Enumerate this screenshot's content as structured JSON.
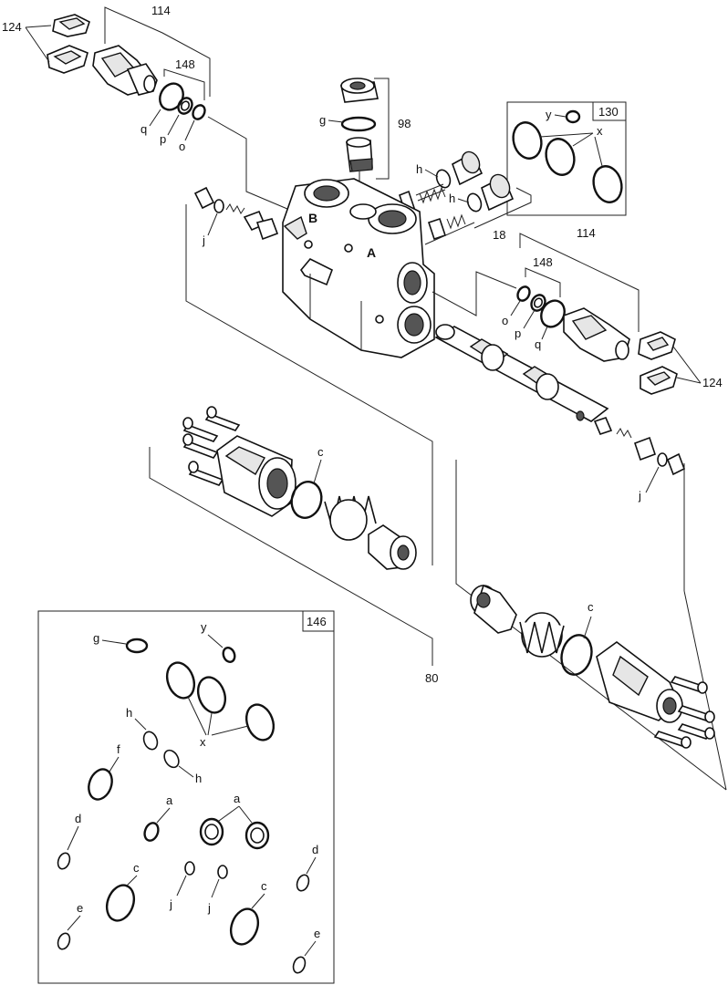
{
  "callouts": {
    "c114_top": "114",
    "c124_top": "124",
    "c148_top": "148",
    "q_top": "q",
    "p_top": "p",
    "o_top": "o",
    "c98": "98",
    "g_top": "g",
    "c130": "130",
    "y_top": "y",
    "x_top": "x",
    "h_1": "h",
    "h_2": "h",
    "c18": "18",
    "port_B": "B",
    "port_A": "A",
    "j_left": "j",
    "c114_right": "114",
    "c148_right": "148",
    "o_right": "o",
    "p_right": "p",
    "q_right": "q",
    "c124_right": "124",
    "c_left": "c",
    "j_right": "j",
    "c_right": "c",
    "c80": "80"
  },
  "kit146": {
    "number": "146",
    "labels": {
      "g": "g",
      "y": "y",
      "x": "x",
      "h1": "h",
      "h2": "h",
      "f": "f",
      "a1": "a",
      "a2": "a",
      "d1": "d",
      "d2": "d",
      "c1": "c",
      "c2": "c",
      "j1": "j",
      "j2": "j",
      "e1": "e",
      "e2": "e"
    }
  }
}
